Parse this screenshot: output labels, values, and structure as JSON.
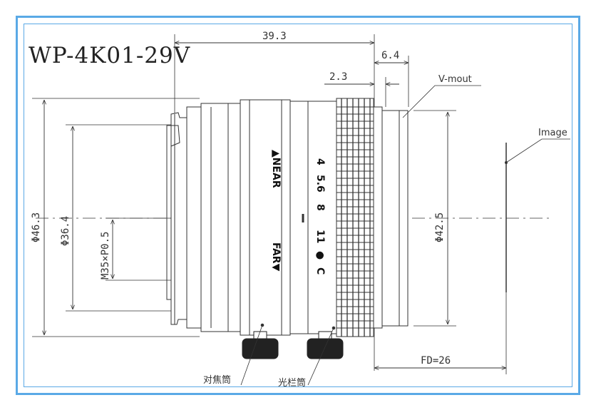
{
  "title": "WP-4K01-29V",
  "dimensions": {
    "total_length": "39.3",
    "rear_length": "6.4",
    "knurl_offset": "2.3",
    "outer_diameter": "Φ46.3",
    "inner_diameter": "Φ36.4",
    "filter_thread": "M35×P0.5",
    "mount_diameter": "Φ42.5",
    "flange_distance": "FD=26"
  },
  "labels": {
    "mount": "V-mout",
    "image": "Image",
    "focus_ring": "对焦筒",
    "iris_ring": "光栏筒"
  },
  "focus_scale": {
    "near": "▲NEAR",
    "far": "FAR▼"
  },
  "aperture_scale": [
    "4",
    "5.6",
    "8",
    "11",
    "●",
    "C"
  ],
  "colors": {
    "frame": "#5aa9e6",
    "line": "#333333"
  }
}
